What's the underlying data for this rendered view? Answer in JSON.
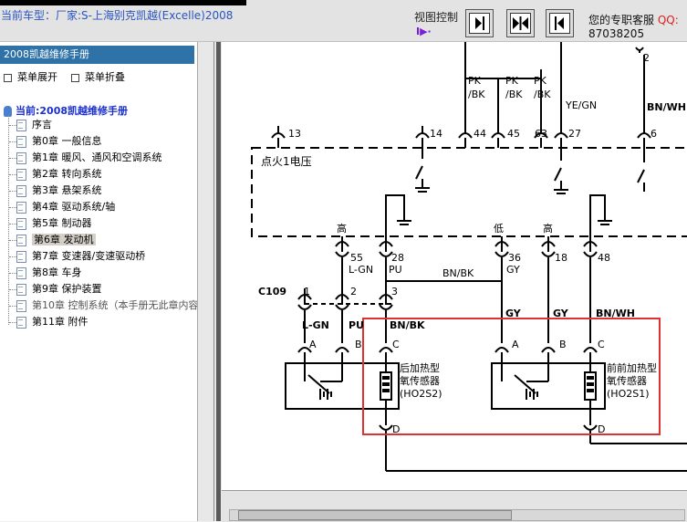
{
  "header": {
    "car_model": "当前车型：厂家:S-上海别克凯越(Excelle)2008",
    "view_control_label": "视图控制",
    "view_arrow": "I▶·",
    "service_label": "您的专职客服",
    "qq_label": "QQ:",
    "phone": "87038205"
  },
  "sidebar": {
    "manual_title": "2008凯越维修手册",
    "expand_label": "菜单展开",
    "collapse_label": "菜单折叠",
    "current_label": "当前:2008凯越维修手册",
    "items": [
      {
        "label": "序言"
      },
      {
        "label": "第0章 一般信息"
      },
      {
        "label": "第1章 暖风、通风和空调系统"
      },
      {
        "label": "第2章 转向系统"
      },
      {
        "label": "第3章 悬架系统"
      },
      {
        "label": "第4章 驱动系统/轴"
      },
      {
        "label": "第5章 制动器"
      },
      {
        "label": "第6章 发动机"
      },
      {
        "label": "第7章 变速器/变速驱动桥"
      },
      {
        "label": "第8章 车身"
      },
      {
        "label": "第9章 保护装置"
      },
      {
        "label": "第10章 控制系统（本手册无此章内容"
      },
      {
        "label": "第11章 附件"
      }
    ]
  },
  "diagram": {
    "top_wires": [
      {
        "color": "PK",
        "color2": "/BK"
      },
      {
        "color": "PK",
        "color2": "/BK"
      },
      {
        "color": "PK",
        "color2": "/BK"
      },
      {
        "color": "YE/GN",
        "color2": ""
      },
      {
        "color": "BN/WH",
        "color2": ""
      }
    ],
    "top_pin": "2",
    "pins": [
      "13",
      "14",
      "44",
      "45",
      "63",
      "27",
      "6"
    ],
    "fuse_label": "点火1电压",
    "level_labels": [
      "高",
      "低",
      "高"
    ],
    "mid_pins": [
      "55",
      "28",
      "36",
      "18",
      "48"
    ],
    "mid_wire_colors": [
      "L-GN",
      "PU",
      "GY"
    ],
    "bus_wire": "BN/BK",
    "connector_label": "C109",
    "connector_pins": [
      "1",
      "2",
      "3"
    ],
    "lower_wires": [
      "L-GN",
      "PU",
      "BN/BK",
      "GY",
      "GY",
      "BN/WH"
    ],
    "sensor_pins": [
      "A",
      "B",
      "C",
      "A",
      "B",
      "C"
    ],
    "sensor_d": [
      "D",
      "D"
    ],
    "sensor1": {
      "name1": "后加热型",
      "name2": "氧传感器",
      "code": "(HO2S2)"
    },
    "sensor2": {
      "name1": "前前加热型",
      "name2": "氧传感器",
      "code": "(HO2S1)"
    },
    "highlight_color": "#e03030"
  }
}
